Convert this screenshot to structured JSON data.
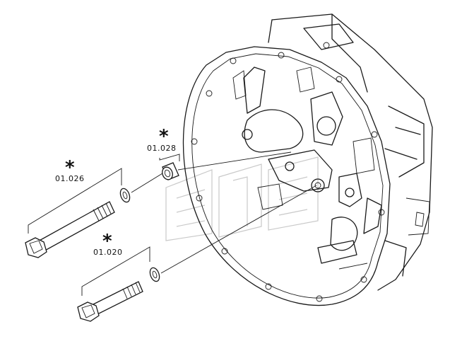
{
  "parts": [
    {
      "id": "bolt-upper",
      "code": "01.026",
      "marker": "*"
    },
    {
      "id": "bushing",
      "code": "01.028",
      "marker": "*"
    },
    {
      "id": "bolt-lower",
      "code": "01.020",
      "marker": "*"
    }
  ]
}
